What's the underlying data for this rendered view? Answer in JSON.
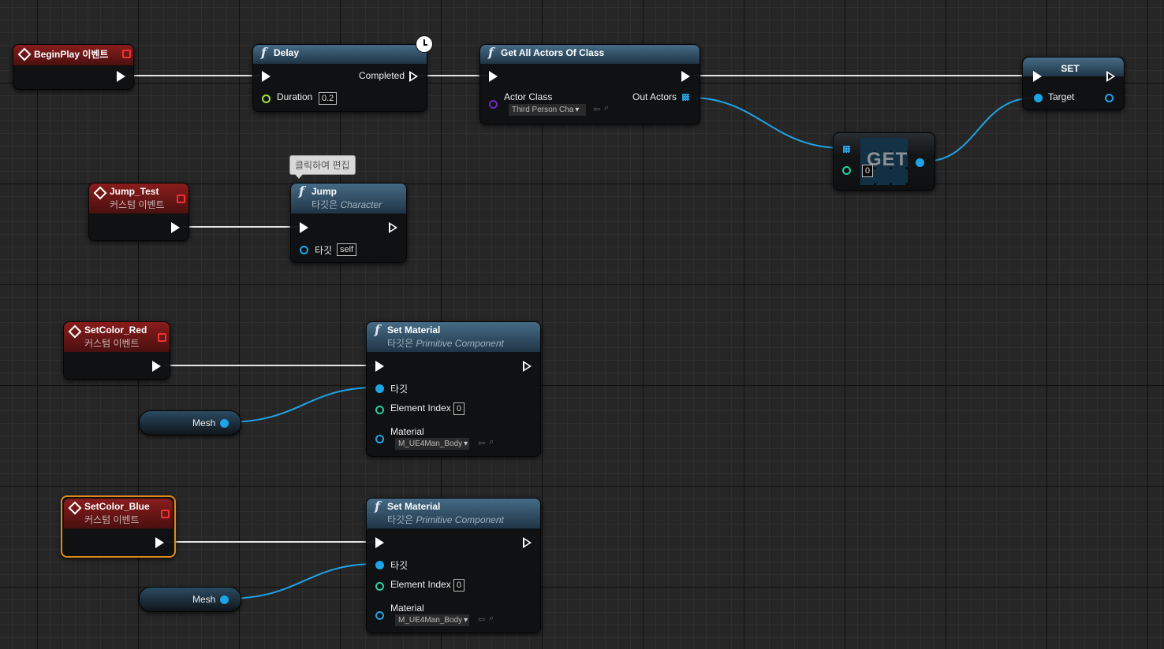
{
  "colors": {
    "object_pin": "#1ea3e6",
    "int_pin": "#2ad0a0",
    "float_pin": "#a6e33a",
    "class_pin": "#6d2ac2",
    "event_header": "#8a1c1c",
    "function_header": "#466b86",
    "selected_outline": "#e08a1a"
  },
  "nodes": {
    "begin_play": {
      "title": "BeginPlay 이벤트"
    },
    "delay": {
      "title": "Delay",
      "completed_label": "Completed",
      "duration_label": "Duration",
      "duration_value": "0.2"
    },
    "get_all_actors": {
      "title": "Get All Actors Of Class",
      "actor_class_label": "Actor Class",
      "actor_class_value": "Third Person Cha",
      "out_actors_label": "Out Actors"
    },
    "set_node": {
      "title": "SET",
      "target_label": "Target"
    },
    "get_node": {
      "title": "GET",
      "index_value": "0"
    },
    "jump_test": {
      "title": "Jump_Test",
      "subtitle": "커스텀 이벤트"
    },
    "jump": {
      "title": "Jump",
      "subtitle_prefix": "타깃은 ",
      "subtitle_target": "Character",
      "target_label": "타깃",
      "target_value": "self",
      "tooltip": "클릭하여 편집"
    },
    "setcolor_red": {
      "title": "SetColor_Red",
      "subtitle": "커스텀 이벤트"
    },
    "setcolor_blue": {
      "title": "SetColor_Blue",
      "subtitle": "커스텀 이벤트"
    },
    "set_material_1": {
      "title": "Set Material",
      "subtitle_prefix": "타깃은 ",
      "subtitle_target": "Primitive Component",
      "target_label": "타깃",
      "element_index_label": "Element Index",
      "element_index_value": "0",
      "material_label": "Material",
      "material_value": "M_UE4Man_Body"
    },
    "set_material_2": {
      "title": "Set Material",
      "subtitle_prefix": "타깃은 ",
      "subtitle_target": "Primitive Component",
      "target_label": "타깃",
      "element_index_label": "Element Index",
      "element_index_value": "0",
      "material_label": "Material",
      "material_value": "M_UE4Man_Body"
    },
    "mesh_1": {
      "label": "Mesh"
    },
    "mesh_2": {
      "label": "Mesh"
    }
  }
}
